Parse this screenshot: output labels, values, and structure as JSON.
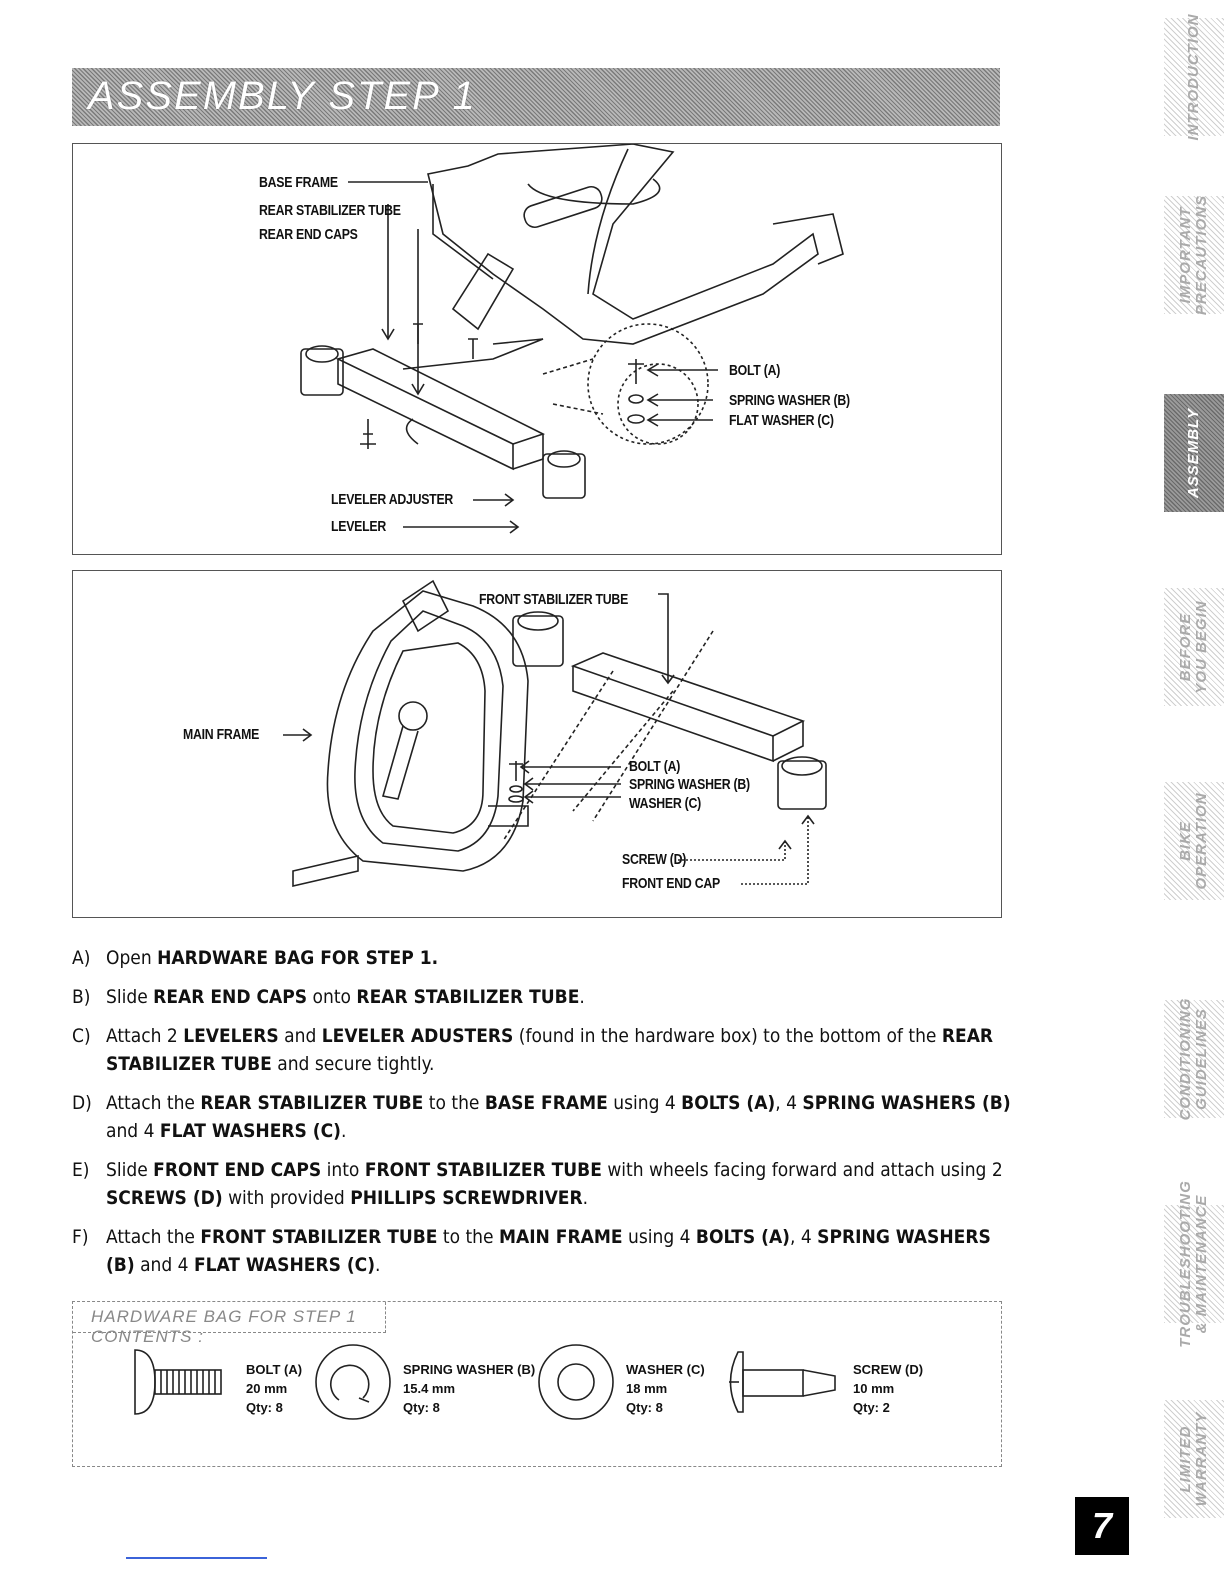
{
  "header": {
    "title": "ASSEMBLY STEP 1"
  },
  "diagram1": {
    "labels": {
      "base_frame": "BASE FRAME",
      "rear_stabilizer_tube": "REAR STABILIZER TUBE",
      "rear_end_caps": "REAR END CAPS",
      "bolt": "BOLT (A)",
      "spring_washer": "SPRING WASHER (B)",
      "flat_washer": "FLAT WASHER (C)",
      "leveler_adjuster": "LEVELER ADJUSTER",
      "leveler": "LEVELER"
    }
  },
  "diagram2": {
    "labels": {
      "front_stabilizer_tube": "FRONT STABILIZER TUBE",
      "main_frame": "MAIN FRAME",
      "bolt": "BOLT (A)",
      "spring_washer": "SPRING WASHER (B)",
      "washer": "WASHER (C)",
      "screw": "SCREW (D)",
      "front_end_cap": "FRONT END CAP"
    }
  },
  "steps": [
    {
      "letter": "A)",
      "parts": [
        [
          "t",
          "Open "
        ],
        [
          "b",
          "HARDWARE BAG FOR STEP 1."
        ]
      ]
    },
    {
      "letter": "B)",
      "parts": [
        [
          "t",
          "Slide "
        ],
        [
          "b",
          "REAR END CAPS"
        ],
        [
          "t",
          " onto "
        ],
        [
          "b",
          "REAR STABILIZER TUBE"
        ],
        [
          "t",
          "."
        ]
      ]
    },
    {
      "letter": "C)",
      "parts": [
        [
          "t",
          "Attach 2 "
        ],
        [
          "b",
          "LEVELERS"
        ],
        [
          "t",
          " and "
        ],
        [
          "b",
          "LEVELER ADUSTERS"
        ],
        [
          "t",
          " (found in the hardware box) to the bottom of the "
        ],
        [
          "b",
          "REAR STABILIZER TUBE"
        ],
        [
          "t",
          " and secure tightly."
        ]
      ]
    },
    {
      "letter": "D)",
      "parts": [
        [
          "t",
          "Attach the "
        ],
        [
          "b",
          "REAR STABILIZER TUBE"
        ],
        [
          "t",
          " to the "
        ],
        [
          "b",
          "BASE FRAME"
        ],
        [
          "t",
          " using 4 "
        ],
        [
          "b",
          "BOLTS (A)"
        ],
        [
          "t",
          ", 4 "
        ],
        [
          "b",
          "SPRING WASHERS (B)"
        ],
        [
          "t",
          " and 4 "
        ],
        [
          "b",
          "FLAT WASHERS (C)"
        ],
        [
          "t",
          "."
        ]
      ]
    },
    {
      "letter": "E)",
      "parts": [
        [
          "t",
          "Slide "
        ],
        [
          "b",
          "FRONT END CAPS"
        ],
        [
          "t",
          " into "
        ],
        [
          "b",
          "FRONT STABILIZER TUBE"
        ],
        [
          "t",
          " with wheels facing forward and attach using 2 "
        ],
        [
          "b",
          "SCREWS (D)"
        ],
        [
          "t",
          " with provided "
        ],
        [
          "b",
          "PHILLIPS SCREWDRIVER"
        ],
        [
          "t",
          "."
        ]
      ]
    },
    {
      "letter": "F)",
      "parts": [
        [
          "t",
          "Attach the "
        ],
        [
          "b",
          "FRONT STABILIZER TUBE"
        ],
        [
          "t",
          " to the "
        ],
        [
          "b",
          "MAIN FRAME"
        ],
        [
          "t",
          " using 4 "
        ],
        [
          "b",
          "BOLTS (A)"
        ],
        [
          "t",
          ", 4 "
        ],
        [
          "b",
          "SPRING WASHERS (B)"
        ],
        [
          "t",
          " and 4 "
        ],
        [
          "b",
          "FLAT WASHERS (C)"
        ],
        [
          "t",
          "."
        ]
      ]
    }
  ],
  "hardware": {
    "title": "HARDWARE BAG FOR STEP 1 CONTENTS :",
    "items": [
      {
        "name": "BOLT (A)",
        "size": "20 mm",
        "qty": "Qty: 8",
        "icon": "bolt-icon"
      },
      {
        "name": "SPRING WASHER (B)",
        "size": "15.4 mm",
        "qty": "Qty: 8",
        "icon": "spring-washer-icon"
      },
      {
        "name": "WASHER (C)",
        "size": "18 mm",
        "qty": "Qty: 8",
        "icon": "washer-icon"
      },
      {
        "name": "SCREW (D)",
        "size": "10 mm",
        "qty": "Qty: 2",
        "icon": "screw-icon"
      }
    ]
  },
  "side_tabs": [
    {
      "label": "INTRODUCTION",
      "active": false
    },
    {
      "label": "IMPORTANT\nPRECAUTIONS",
      "active": false
    },
    {
      "label": "ASSEMBLY",
      "active": true
    },
    {
      "label": "BEFORE\nYOU BEGIN",
      "active": false
    },
    {
      "label": "BIKE\nOPERATION",
      "active": false
    },
    {
      "label": "CONDITIONING\nGUIDELINES",
      "active": false
    },
    {
      "label": "TROUBLESHOOTING\n& MAINTENANCE",
      "active": false
    },
    {
      "label": "LIMITED\nWARRANTY",
      "active": false
    }
  ],
  "page_number": "7",
  "colors": {
    "banner": "#9a9a9a",
    "active_tab": "#808080",
    "page_number_bg": "#000000",
    "rule": "#3b63d9"
  }
}
